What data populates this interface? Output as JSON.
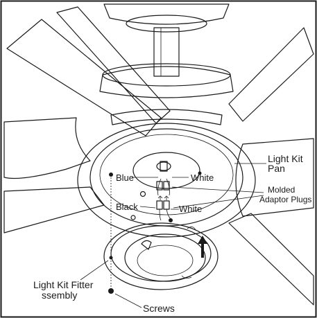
{
  "labels": {
    "light_kit_pan": [
      "Light Kit",
      "Pan"
    ],
    "blue": "Blue",
    "white_top": "White",
    "molded_adaptor_plugs": [
      "Molded",
      "Adaptor Plugs"
    ],
    "black": "Black",
    "white_bottom": "White",
    "light_kit_fitter_assembly": [
      "Light Kit Fitter",
      "ssembly"
    ],
    "screws": "Screws"
  },
  "colors": {
    "blade_fill": "#d2d2d2",
    "housing_fill": "#c9c9c9",
    "light_fill": "#ececec",
    "line": "#1a1a1a"
  },
  "icons": [
    "up-arrow-icon",
    "screw-icon"
  ]
}
